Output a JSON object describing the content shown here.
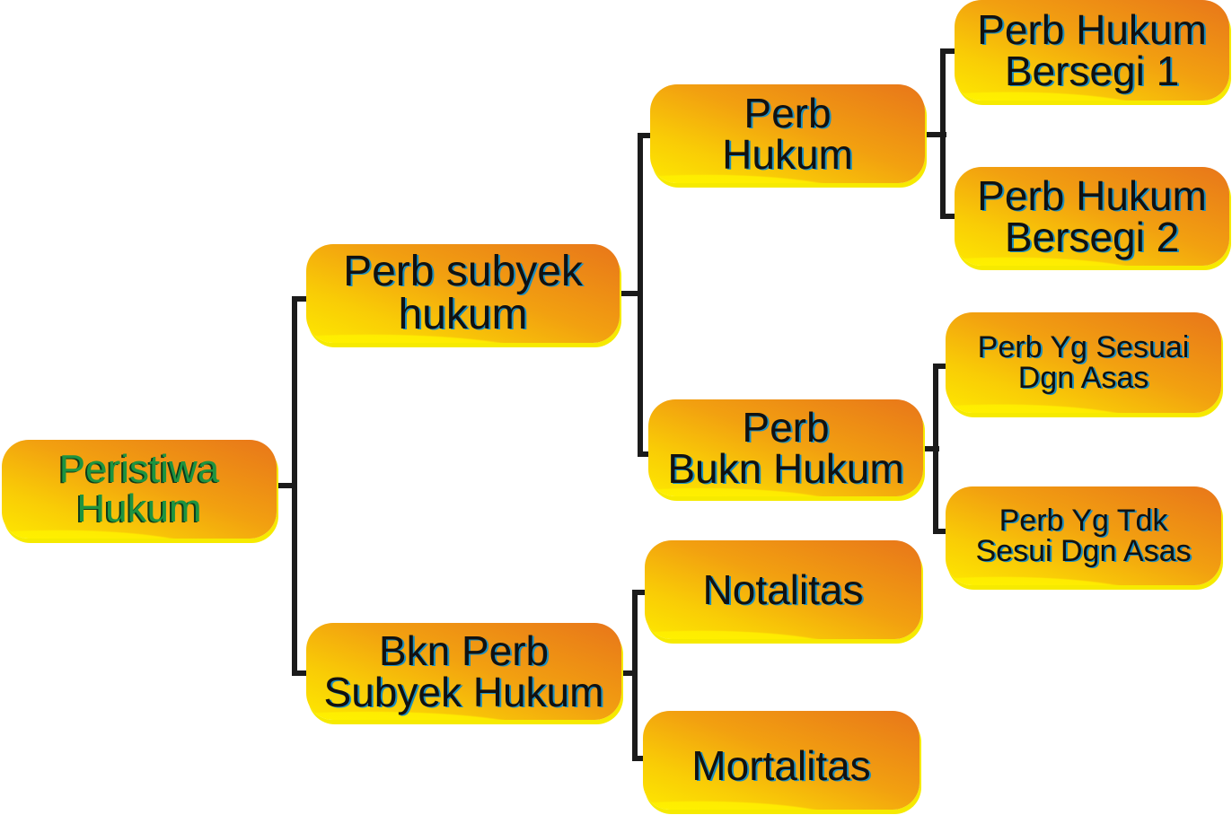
{
  "diagram": {
    "type": "tree",
    "orientation": "left-to-right",
    "colors": {
      "node_gradient_start": "#fde800",
      "node_gradient_end": "#e8761a",
      "connector": "#1b1b1b",
      "text_main": "#111111",
      "text_shadow_main": "#1a8fc2",
      "text_root": "#1e9440"
    },
    "root": {
      "lines": [
        "Peristiwa",
        "Hukum"
      ]
    },
    "level1": [
      {
        "lines": [
          "Perb subyek",
          "hukum"
        ]
      },
      {
        "lines": [
          "Bkn Perb",
          "Subyek Hukum"
        ]
      }
    ],
    "level2": [
      {
        "lines": [
          "Perb",
          "Hukum"
        ],
        "parent": "Perb subyek hukum"
      },
      {
        "lines": [
          "Perb",
          "Bukn Hukum"
        ],
        "parent": "Perb subyek hukum"
      },
      {
        "lines": [
          "Notalitas"
        ],
        "parent": "Bkn Perb Subyek Hukum"
      },
      {
        "lines": [
          "Mortalitas"
        ],
        "parent": "Bkn Perb Subyek Hukum"
      }
    ],
    "level3": [
      {
        "lines": [
          "Perb Hukum",
          "Bersegi 1"
        ],
        "parent": "Perb Hukum"
      },
      {
        "lines": [
          "Perb Hukum",
          "Bersegi 2"
        ],
        "parent": "Perb Hukum"
      },
      {
        "lines": [
          "Perb Yg Sesuai",
          "Dgn Asas"
        ],
        "parent": "Perb Bukn Hukum"
      },
      {
        "lines": [
          "Perb Yg Tdk",
          "Sesui Dgn Asas"
        ],
        "parent": "Perb Bukn Hukum"
      }
    ]
  }
}
